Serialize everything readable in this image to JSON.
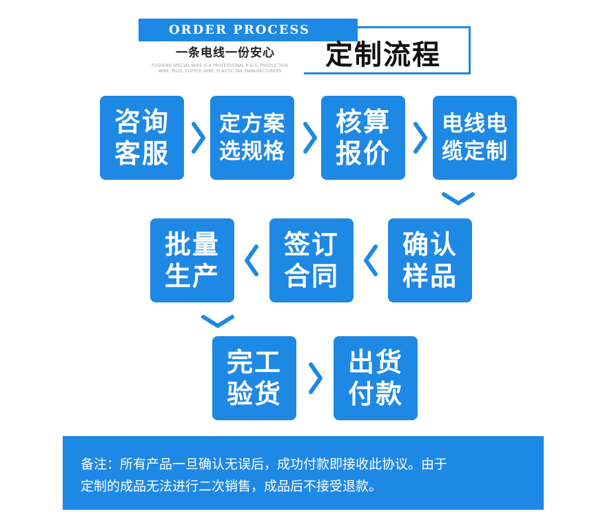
{
  "header": {
    "order_process": "ORDER PROCESS",
    "title": "定制流程",
    "slogan": "一条电线一份安心",
    "subtext_line1": "FUSHENG SPECIAL WIRE IS A PROFESSIONAL R & D, PRODUCTION",
    "subtext_line2": "WIRE, PLUG, COPPER WIRE, PLASTIC TAIL MANUFACTURERS"
  },
  "steps": [
    {
      "line1": "咨询",
      "line2": "客服"
    },
    {
      "line1": "定方案",
      "line2": "选规格"
    },
    {
      "line1": "核算",
      "line2": "报价"
    },
    {
      "line1": "电线电",
      "line2": "缆定制"
    },
    {
      "line1": "确认",
      "line2": "样品"
    },
    {
      "line1": "签订",
      "line2": "合同"
    },
    {
      "line1": "批量",
      "line2": "生产"
    },
    {
      "line1": "完工",
      "line2": "验货"
    },
    {
      "line1": "出货",
      "line2": "付款"
    }
  ],
  "arrows": {
    "right_icon": "chevron-right-icon",
    "left_icon": "chevron-left-icon",
    "down_icon": "chevron-down-icon"
  },
  "note": {
    "line1": "备注：所有产品一旦确认无误后，成功付款即接收此协议。由于",
    "line2": "定制的成品无法进行二次销售，成品后不接受退款。"
  },
  "colors": {
    "accent": "#1e88e5",
    "text_dark": "#111111",
    "background": "#ffffff"
  }
}
